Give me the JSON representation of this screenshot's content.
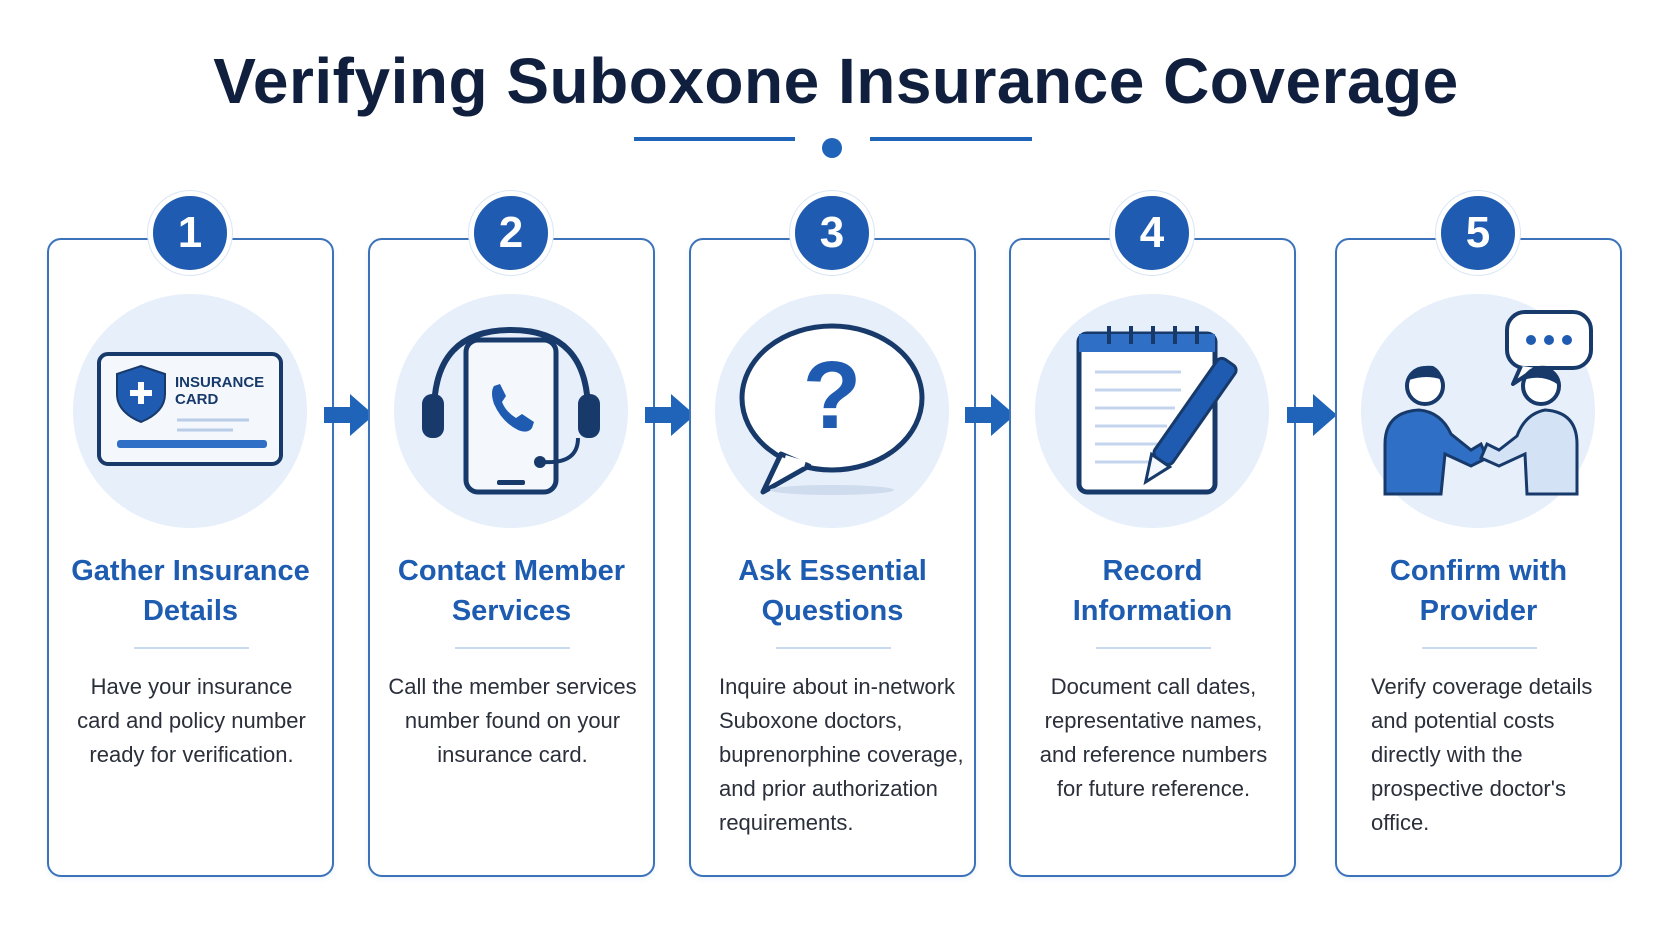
{
  "title": "Verifying Suboxone Insurance Coverage",
  "colors": {
    "primary": "#1f5bb0",
    "heading": "#0f1f3d",
    "accent_light": "#e6effa"
  },
  "steps": [
    {
      "number": "1",
      "title": "Gather Insurance Details",
      "icon": "insurance-card-icon",
      "card_label": "INSURANCE\nCARD",
      "description": "Have your insurance card and policy number ready for verification."
    },
    {
      "number": "2",
      "title": "Contact Member Services",
      "icon": "phone-headset-icon",
      "description": "Call the member services number found on your insurance card."
    },
    {
      "number": "3",
      "title": "Ask Essential Questions",
      "icon": "question-bubble-icon",
      "description": "Inquire about in-network Suboxone doctors, buprenorphine coverage, and prior authorization requirements."
    },
    {
      "number": "4",
      "title": "Record Information",
      "icon": "notepad-pen-icon",
      "description": "Document call dates, representative names, and reference numbers for future reference."
    },
    {
      "number": "5",
      "title": "Confirm with Provider",
      "icon": "handshake-icon",
      "description": "Verify coverage details and potential costs directly with the prospective doctor's office."
    }
  ]
}
